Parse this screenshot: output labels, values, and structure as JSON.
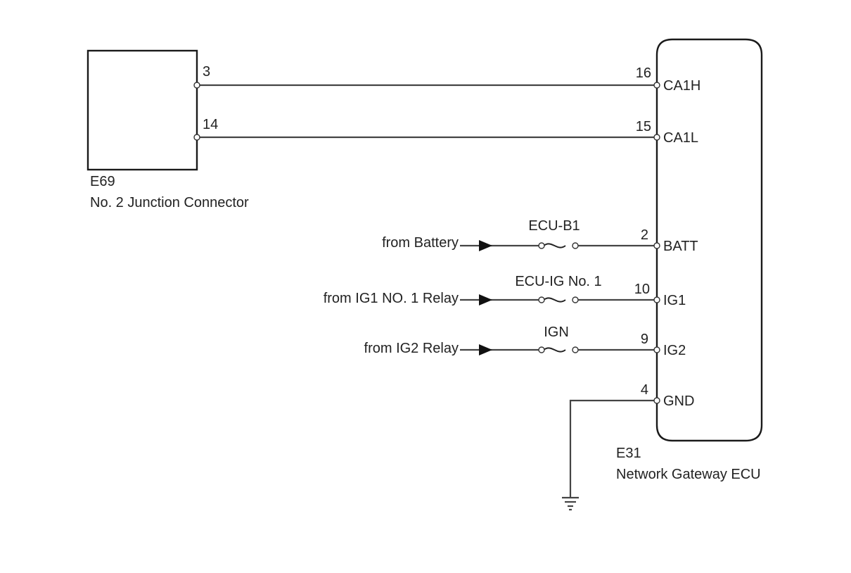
{
  "components": {
    "junction_connector": {
      "code": "E69",
      "name": "No. 2 Junction Connector",
      "pins": [
        {
          "pin": "3",
          "signal": "CA1H"
        },
        {
          "pin": "14",
          "signal": "CA1L"
        }
      ]
    },
    "gateway_ecu": {
      "code": "E31",
      "name": "Network Gateway ECU",
      "pins": [
        {
          "pin": "16",
          "label": "CA1H"
        },
        {
          "pin": "15",
          "label": "CA1L"
        },
        {
          "pin": "2",
          "label": "BATT"
        },
        {
          "pin": "10",
          "label": "IG1"
        },
        {
          "pin": "9",
          "label": "IG2"
        },
        {
          "pin": "4",
          "label": "GND"
        }
      ]
    }
  },
  "power_inputs": [
    {
      "source": "from Battery",
      "fuse": "ECU-B1",
      "pin": "2",
      "terminal": "BATT"
    },
    {
      "source": "from IG1 NO. 1 Relay",
      "fuse": "ECU-IG No. 1",
      "pin": "10",
      "terminal": "IG1"
    },
    {
      "source": "from IG2 Relay",
      "fuse": "IGN",
      "pin": "9",
      "terminal": "IG2"
    }
  ],
  "ground": {
    "pin": "4",
    "terminal": "GND",
    "symbol": "ground-icon"
  }
}
